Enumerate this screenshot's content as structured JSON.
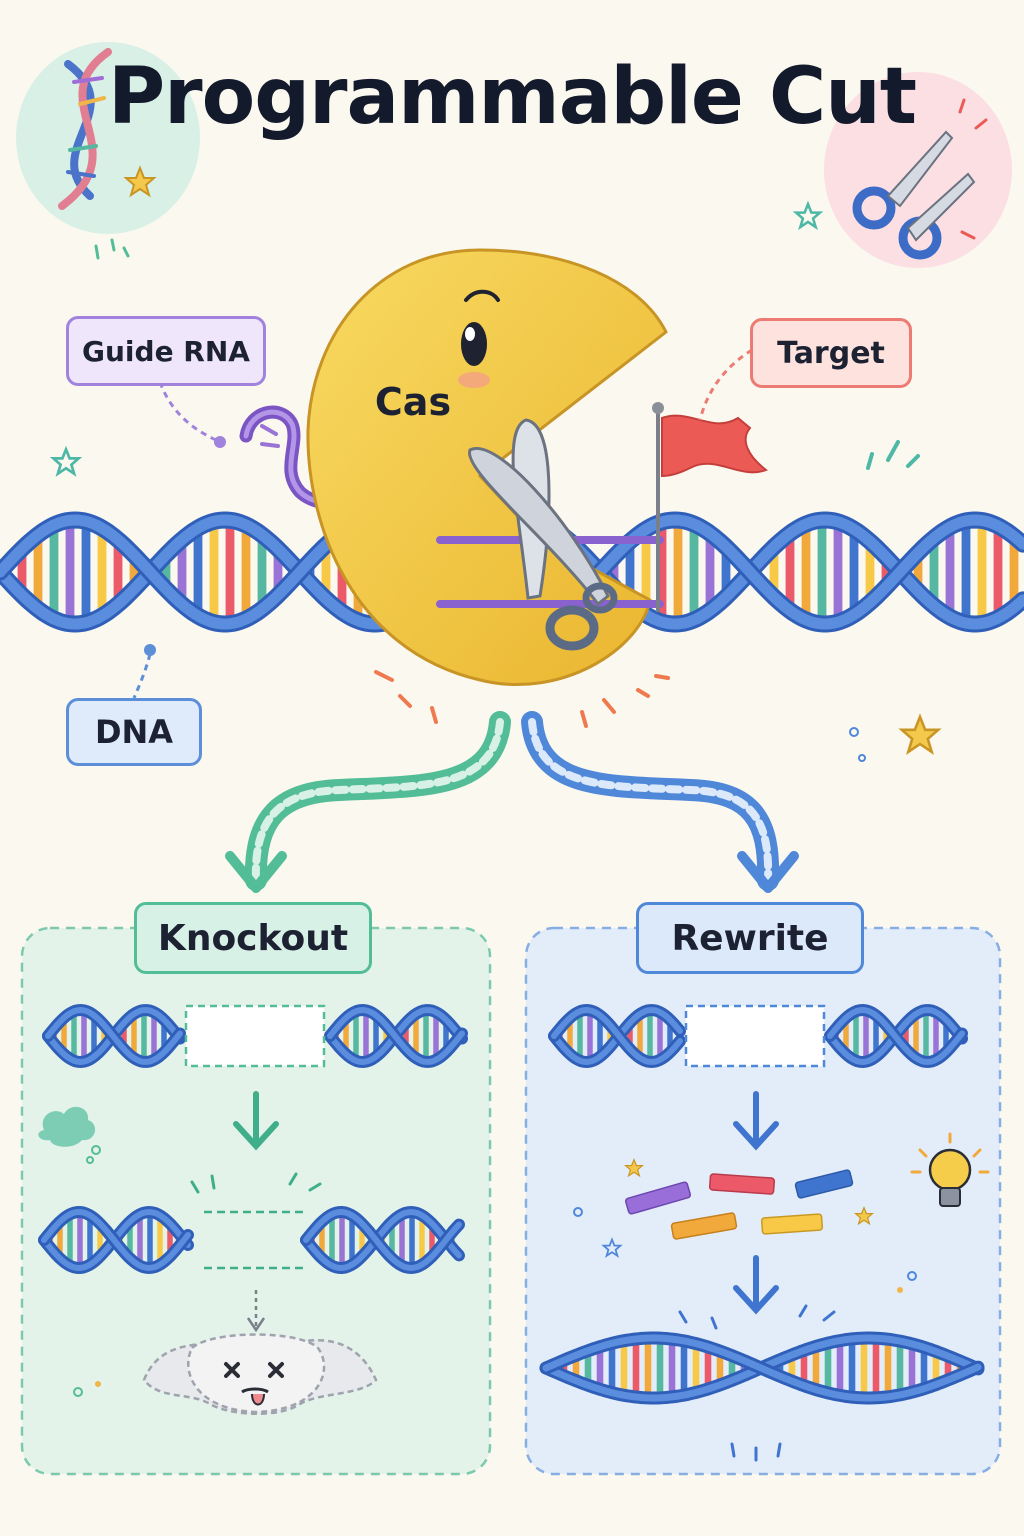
{
  "title": "Programmable Cut",
  "labels": {
    "guide_rna": "Guide RNA",
    "target": "Target",
    "cas": "Cas",
    "dna": "DNA",
    "knockout": "Knockout",
    "rewrite": "Rewrite"
  },
  "colors": {
    "background": "#fbf8ef",
    "dna_strand": "#3f6fc8",
    "cas_body": "#f4cc45",
    "guide_rna": "#9a73d6",
    "target_flag": "#ec5a55",
    "knockout_accent": "#53bd97",
    "rewrite_accent": "#4f88d9"
  },
  "icons": [
    "dna-helix-icon",
    "scissors-icon",
    "star-icon",
    "flag-icon",
    "lightbulb-icon",
    "broken-dna-face-icon",
    "arrow-icon"
  ]
}
